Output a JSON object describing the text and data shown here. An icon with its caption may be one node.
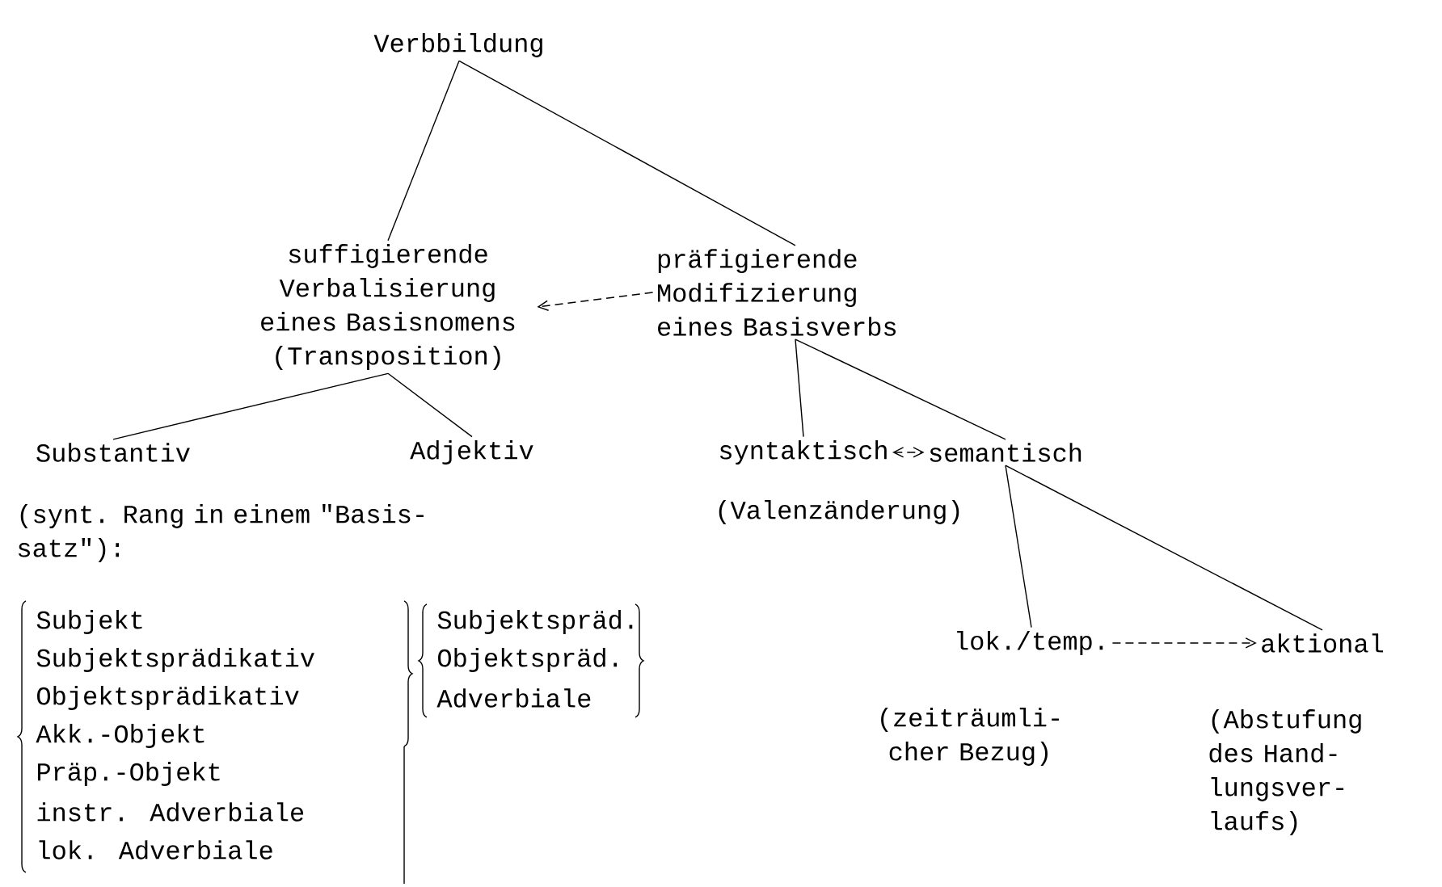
{
  "diagram": {
    "nodes": [
      {
        "text": [
          "Verbbildung"
        ]
      },
      {
        "text": [
          "suffigierende Verbalisierung eines Basisnomens (Transposition)"
        ]
      },
      {
        "text": [
          "präfigierende Modifizierung eines Basisverbs"
        ]
      },
      {
        "text": [
          "Substantiv"
        ]
      },
      {
        "text": [
          "Adjektiv"
        ]
      },
      {
        "text": [
          "syntaktisch"
        ],
        "beside": [
          "(Valenzänderung)"
        ]
      },
      {
        "text": [
          "semantisch"
        ]
      },
      {
        "text": [
          "lok./temp."
        ],
        "beside": [
          "(zeiträumli- cher Bezug)"
        ]
      },
      {
        "text": [
          "aktional"
        ],
        "beside": [
          "(Abstufung des Hand- lungsver- laufs)"
        ]
      }
    ],
    "edges": [
      {
        "from": 0,
        "to": 1,
        "arrow": "none"
      },
      {
        "from": 0,
        "to": 2,
        "arrow": "none"
      },
      {
        "from": 2,
        "to": 1,
        "arrow": "to",
        "style": "dashed"
      },
      {
        "from": 1,
        "to": 3,
        "arrow": "none"
      },
      {
        "from": 1,
        "to": 4,
        "arrow": "none"
      },
      {
        "from": 2,
        "to": 5,
        "arrow": "none"
      },
      {
        "from": 2,
        "to": 6,
        "arrow": "none"
      },
      {
        "from": 5,
        "to": 6,
        "arrow": "both",
        "style": "dashed"
      },
      {
        "from": 6,
        "to": 7,
        "arrow": "none"
      },
      {
        "from": 6,
        "to": 8,
        "arrow": "none"
      },
      {
        "from": 7,
        "to": 8,
        "arrow": "to",
        "style": "dashed"
      }
    ],
    "labels": [
      "(synt. Rang in einem \"Basis- satz\"):",
      "Subjekt",
      "Subjektsprädikativ",
      "Objektsprädikativ",
      "Akk.-Objekt",
      "Präp.-Objekt",
      "instr. Adverbiale",
      "lok. Adverbiale",
      "Subjektspräd.",
      "Objektspräd.",
      "Adverbiale"
    ]
  }
}
